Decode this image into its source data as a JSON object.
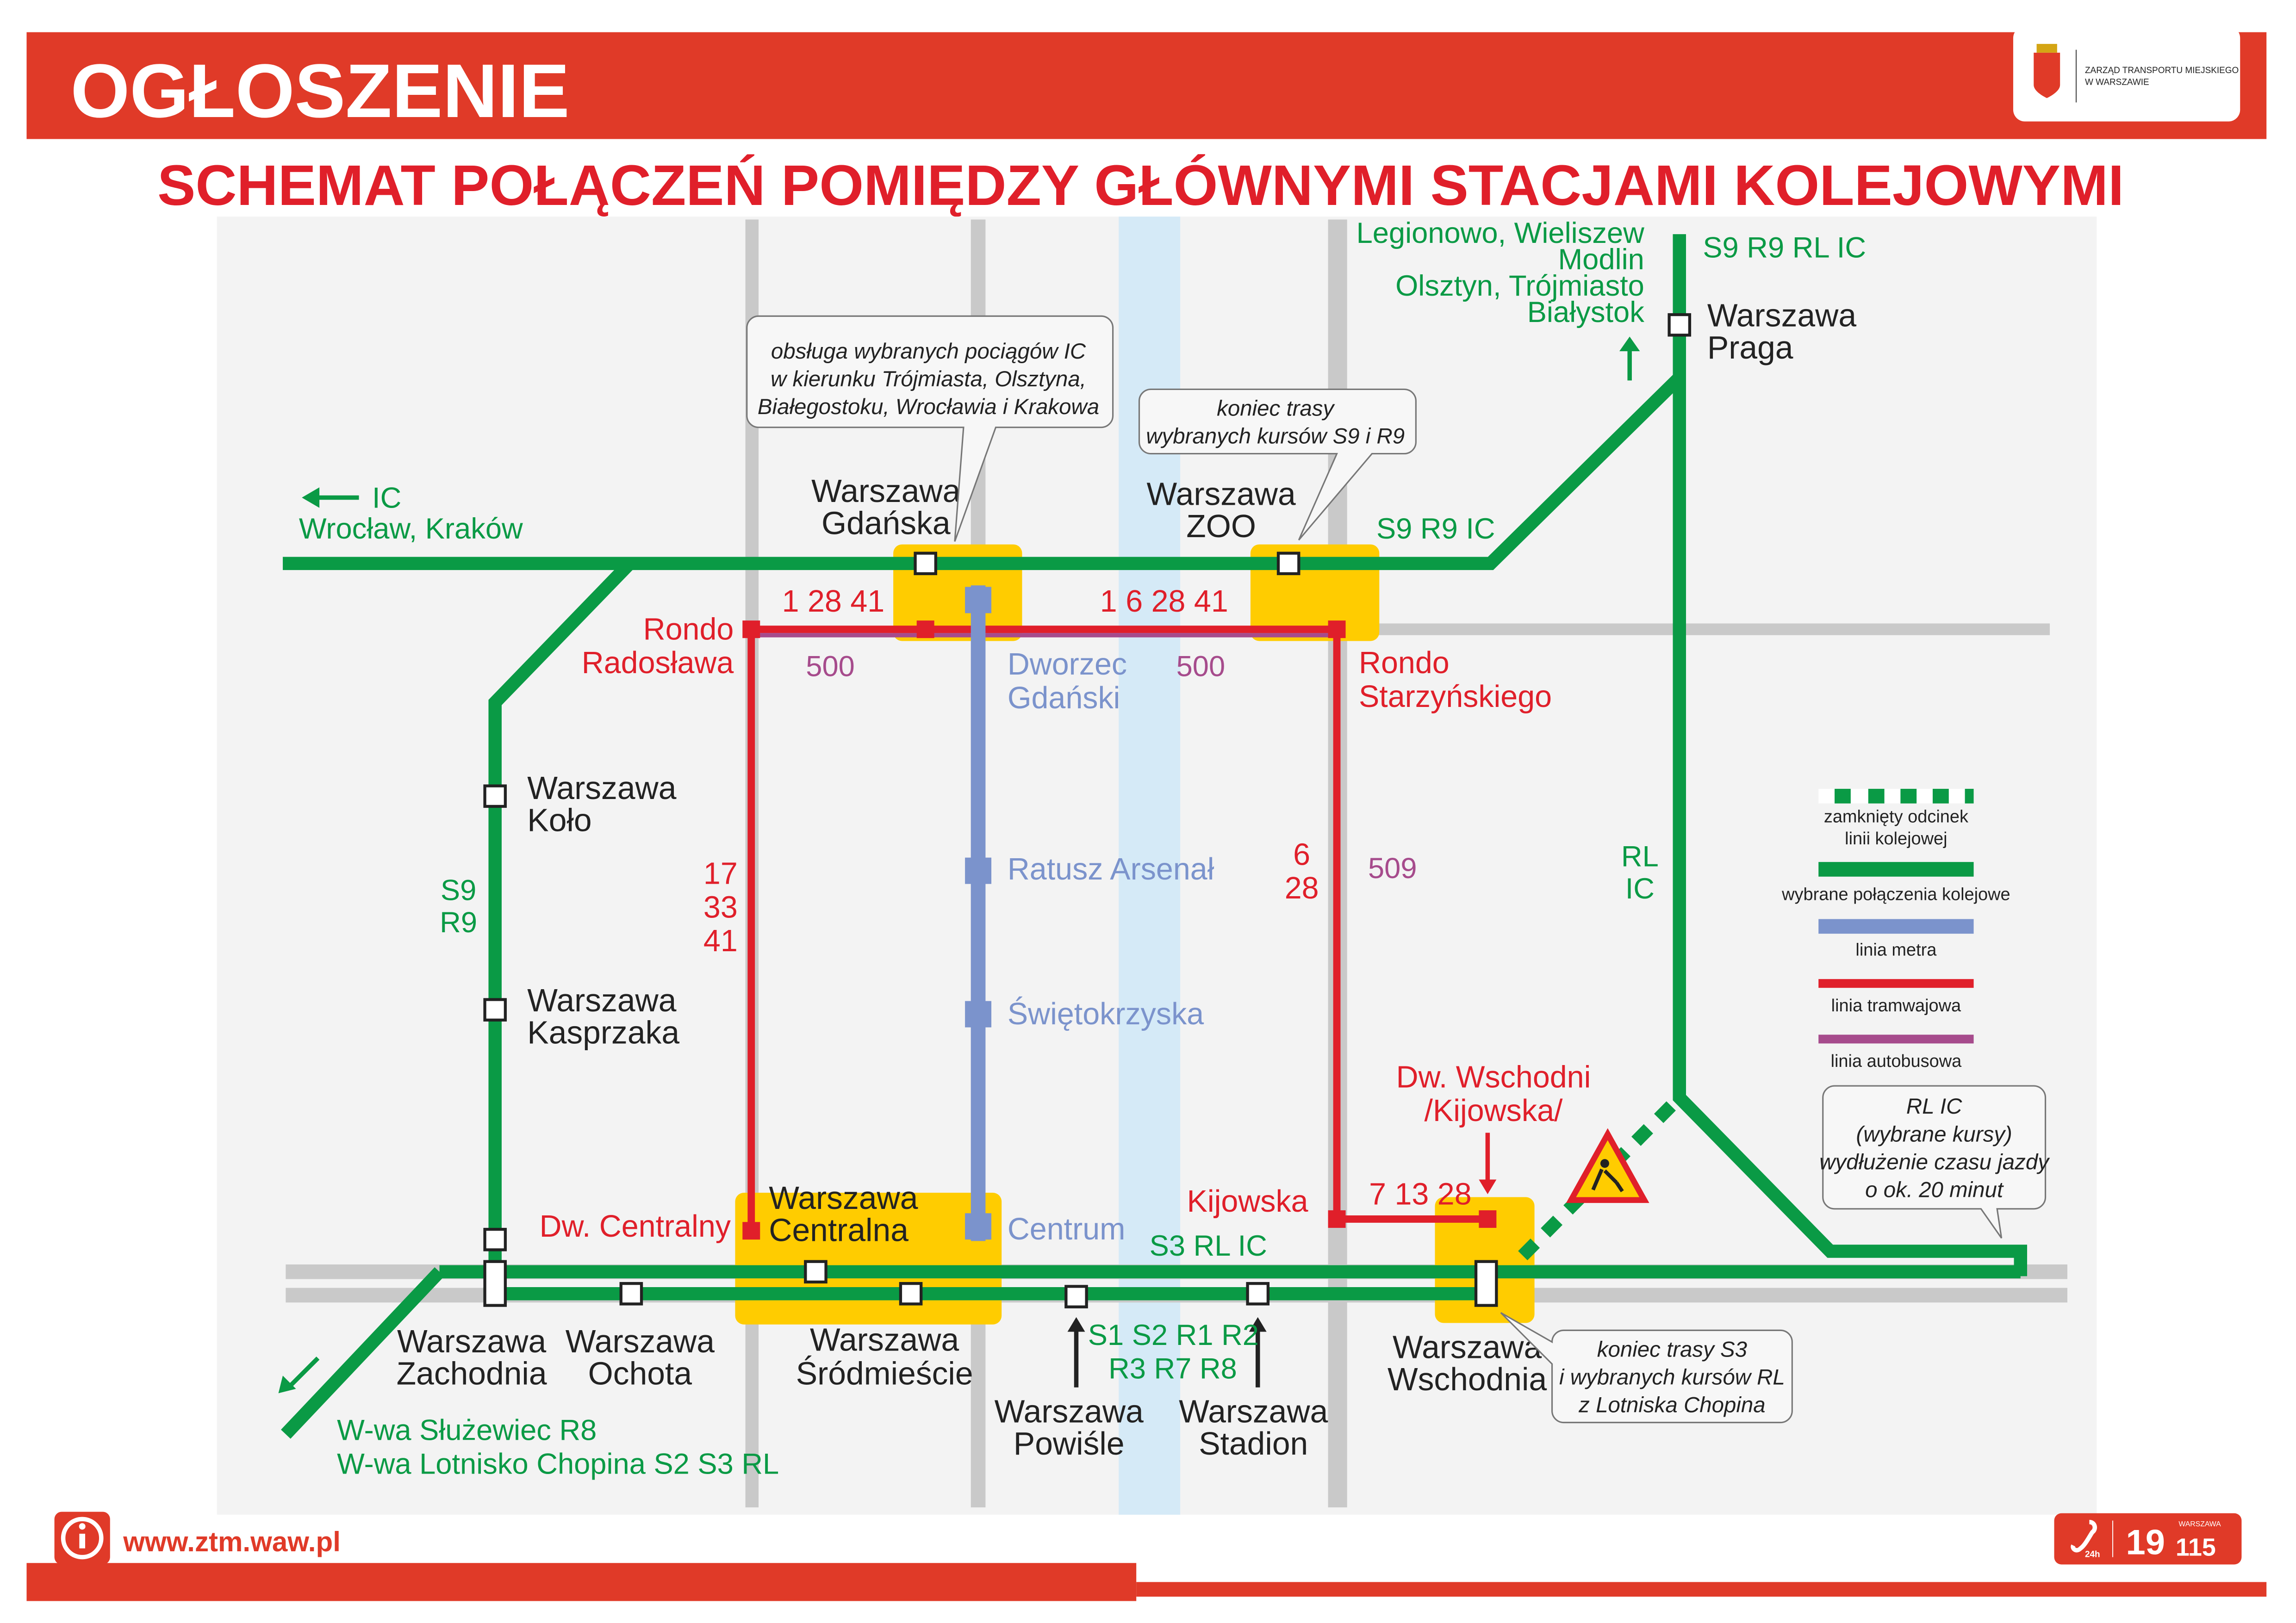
{
  "header": {
    "title": "OGŁOSZENIE",
    "subtitle": "SCHEMAT POŁĄCZEŃ POMIĘDZY GŁÓWNYMI STACJAMI KOLEJOWYMI",
    "logo_text": [
      "ZARZĄD TRANSPORTU MIEJSKIEGO",
      "W WARSZAWIE"
    ]
  },
  "colors": {
    "brand": "#e03a28",
    "rail": "#0a9a45",
    "metro": "#7b93cc",
    "tram": "#e01f2a",
    "bus": "#a64b8c",
    "transfer": "#ffcc00"
  },
  "stations": {
    "gdanska": [
      "Warszawa",
      "Gdańska"
    ],
    "zoo": [
      "Warszawa",
      "ZOO"
    ],
    "praga": [
      "Warszawa",
      "Praga"
    ],
    "kolo": [
      "Warszawa",
      "Koło"
    ],
    "kasprzaka": [
      "Warszawa",
      "Kasprzaka"
    ],
    "zachodnia": [
      "Warszawa",
      "Zachodnia"
    ],
    "ochota": [
      "Warszawa",
      "Ochota"
    ],
    "centralna": [
      "Warszawa",
      "Centralna"
    ],
    "srodmiescie": [
      "Warszawa",
      "Śródmieście"
    ],
    "powisle": [
      "Warszawa",
      "Powiśle"
    ],
    "stadion": [
      "Warszawa",
      "Stadion"
    ],
    "wschodnia": [
      "Warszawa",
      "Wschodnia"
    ]
  },
  "rail_labels": {
    "ic_west": "IC",
    "ic_west_dest": "Wrocław, Kraków",
    "s9r9ic_top": "S9 R9 IC",
    "s9r9rlic": "S9 R9 RL IC",
    "north_dest": [
      "Legionowo, Wieliszew",
      "Modlin",
      "Olsztyn, Trójmiasto",
      "Białystok"
    ],
    "s9r9_left": [
      "S9",
      "R9"
    ],
    "rlic_right": [
      "RL",
      "IC"
    ],
    "s3rlic": "S3 RL IC",
    "powisle_lines": [
      "S1 S2 R1 R2",
      "R3 R7 R8"
    ],
    "southwest_dest": [
      "W-wa Służewiec R8",
      "W-wa Lotnisko Chopina S2 S3 RL"
    ]
  },
  "tram": {
    "rondo_radoslawa": [
      "Rondo",
      "Radosława"
    ],
    "rondo_starzynskiego": [
      "Rondo",
      "Starzyńskiego"
    ],
    "lines_west": "1 28 41",
    "lines_east": "1 6 28 41",
    "lines_left_vertical": [
      "17",
      "33",
      "41"
    ],
    "lines_right_vertical": [
      "6",
      "28"
    ],
    "dw_centralny": "Dw. Centralny",
    "kijowska": "Kijowska",
    "dw_wschodni": [
      "Dw. Wschodni",
      "/Kijowska/"
    ],
    "lines_kijowska": "7 13 28"
  },
  "bus": {
    "line_west": "500",
    "line_east": "500",
    "line_vertical": "509"
  },
  "metro": {
    "stations": [
      "Dworzec",
      "Gdański",
      "Ratusz Arsenał",
      "Świętokrzyska",
      "Centrum"
    ]
  },
  "callouts": {
    "ic_service": [
      "obsługa wybranych pociągów IC",
      "w kierunku Trójmiasta, Olsztyna,",
      "Białegostoku, Wrocławia i Krakowa"
    ],
    "zoo_end": [
      "koniec trasy",
      "wybranych kursów S9 i R9"
    ],
    "rl_ic": [
      "RL  IC",
      "(wybrane kursy)",
      "wydłużenie czasu jazdy",
      "o ok. 20 minut"
    ],
    "wschodnia_end": [
      "koniec trasy S3",
      "i wybranych kursów RL",
      "z Lotniska Chopina"
    ]
  },
  "legend": [
    {
      "label": [
        "zamknięty odcinek",
        "linii kolejowej"
      ]
    },
    {
      "label": [
        "wybrane połączenia kolejowe"
      ]
    },
    {
      "label": [
        "linia metra"
      ]
    },
    {
      "label": [
        "linia tramwajowa"
      ]
    },
    {
      "label": [
        "linia autobusowa"
      ]
    }
  ],
  "footer": {
    "url": "www.ztm.waw.pl",
    "phone_city": "WARSZAWA",
    "phone_a": "19",
    "phone_b": "115",
    "phone_24h": "24h"
  }
}
